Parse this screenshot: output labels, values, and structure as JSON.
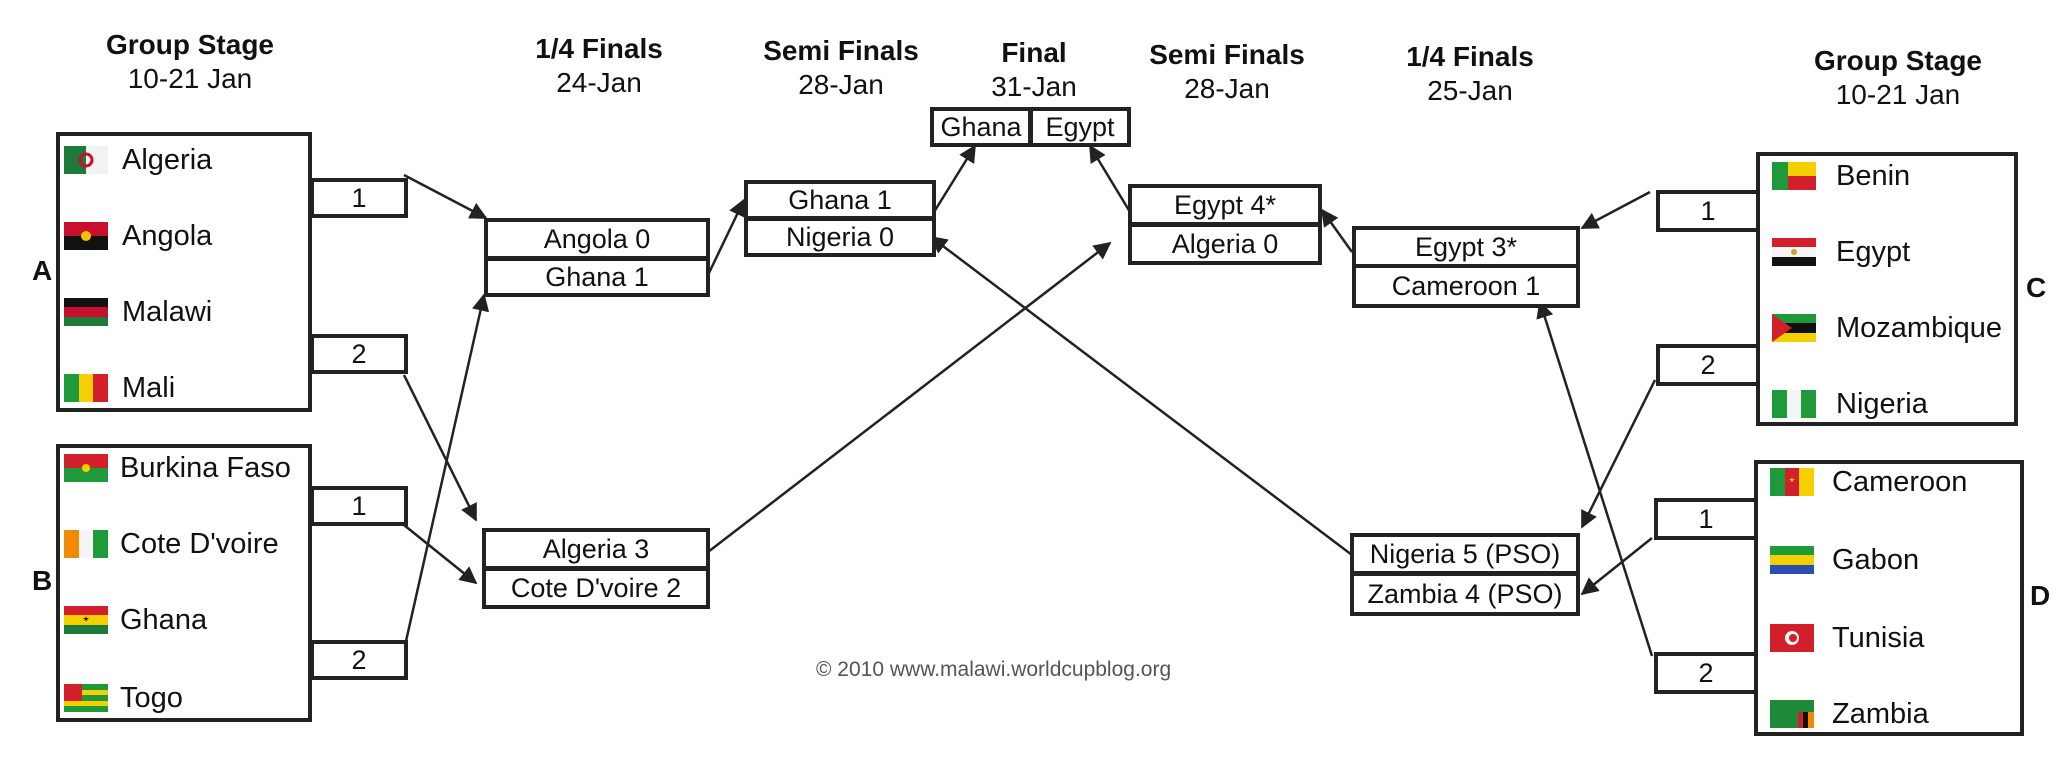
{
  "headers": {
    "left_group": {
      "title": "Group Stage",
      "date": "10-21 Jan"
    },
    "left_qf": {
      "title": "1/4 Finals",
      "date": "24-Jan"
    },
    "left_sf": {
      "title": "Semi Finals",
      "date": "28-Jan"
    },
    "final": {
      "title": "Final",
      "date": "31-Jan"
    },
    "right_sf": {
      "title": "Semi Finals",
      "date": "28-Jan"
    },
    "right_qf": {
      "title": "1/4 Finals",
      "date": "25-Jan"
    },
    "right_group": {
      "title": "Group Stage",
      "date": "10-21 Jan"
    }
  },
  "groups": {
    "A": {
      "label": "A",
      "teams": [
        "Algeria",
        "Angola",
        "Malawi",
        "Mali"
      ]
    },
    "B": {
      "label": "B",
      "teams": [
        "Burkina Faso",
        "Cote D'voire",
        "Ghana",
        "Togo"
      ]
    },
    "C": {
      "label": "C",
      "teams": [
        "Benin",
        "Egypt",
        "Mozambique",
        "Nigeria"
      ]
    },
    "D": {
      "label": "D",
      "teams": [
        "Cameroon",
        "Gabon",
        "Tunisia",
        "Zambia"
      ]
    }
  },
  "ranks": {
    "first": "1",
    "second": "2"
  },
  "quarterfinals": {
    "qf1": [
      "Angola 0",
      "Ghana 1"
    ],
    "qf2": [
      "Algeria 3",
      "Cote D'voire 2"
    ],
    "qf3": [
      "Egypt 3*",
      "Cameroon 1"
    ],
    "qf4": [
      "Nigeria 5 (PSO)",
      "Zambia 4 (PSO)"
    ]
  },
  "semifinals": {
    "sf1": [
      "Ghana 1",
      "Nigeria 0"
    ],
    "sf2": [
      "Egypt 4*",
      "Algeria 0"
    ]
  },
  "final": [
    "Ghana",
    "Egypt"
  ],
  "copyright": "© 2010  www.malawi.worldcupblog.org",
  "colors": {
    "line": "#222222",
    "background": "#ffffff"
  }
}
